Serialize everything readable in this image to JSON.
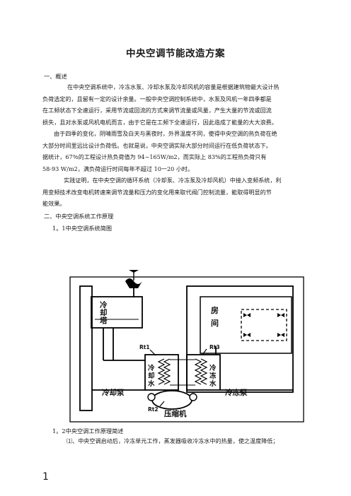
{
  "document": {
    "title": "中央空调节能改造方案",
    "section1_heading": "一、概述",
    "para1": [
      "在中央空调系统中，冷冻水泵、冷却水泵及冷却风机的容量是根据建筑物最大设计热",
      "负荷选定的，且留有一定的设计余量。一般中央空调控制系统中，水泵及风机一年四季都是",
      "在工频状态下全速运行，采用节流或回流的方式来调节流量或风量，产生大量的节流或回流",
      "损失，且对水泵或风机电机而言，由于它是在工频下全速运行，因此造成了能量的大大浪费。"
    ],
    "para2": [
      "由于四季的变化，阴晴雨雪及白天与黑夜时，外界温度不同，使得中央空调的热负荷在绝",
      "大部分时间里远比设计负荷低。也就是说，中央空调实际大部分时间运行在低负荷状态下。",
      "据统计，67％的工程设计热负荷值为 94~165W/m2，而实际上 83%的工程热负荷只有",
      "58-93  W/m2，满负荷运行时间每年不超过 10一20 小时。"
    ],
    "para3": [
      "实践证明，在中央空调的循环系统（冷却泵、冷冻泵及冷却风机）中接入变频系统，利",
      "用变频技术改变电机转速来调节流量和压力的变化用来取代阀门控制流量，能取得明显的节",
      "能效果。"
    ],
    "section2_heading": "二、中央空调系统工作原理",
    "section21_heading": "1。1中央空调系统简图",
    "section22_heading": "1。2中央空调工作原理简述",
    "section22_line": "⑴、中央空调启动后，冷冻单元工作，蒸发器吸收冷冻水中的热量，使之温度降低；",
    "page_number": "1"
  },
  "diagram": {
    "cooling_tower": "冷却塔",
    "room": "房间",
    "cooling_water": "冷却水",
    "chilled_water": "冷冻水",
    "cooling_pump": "冷却泵",
    "chilled_pump": "冷冻泵",
    "compressor": "压缩机",
    "rt1": "Rt1",
    "rt2": "Rt2",
    "rt3": "Rt3"
  }
}
